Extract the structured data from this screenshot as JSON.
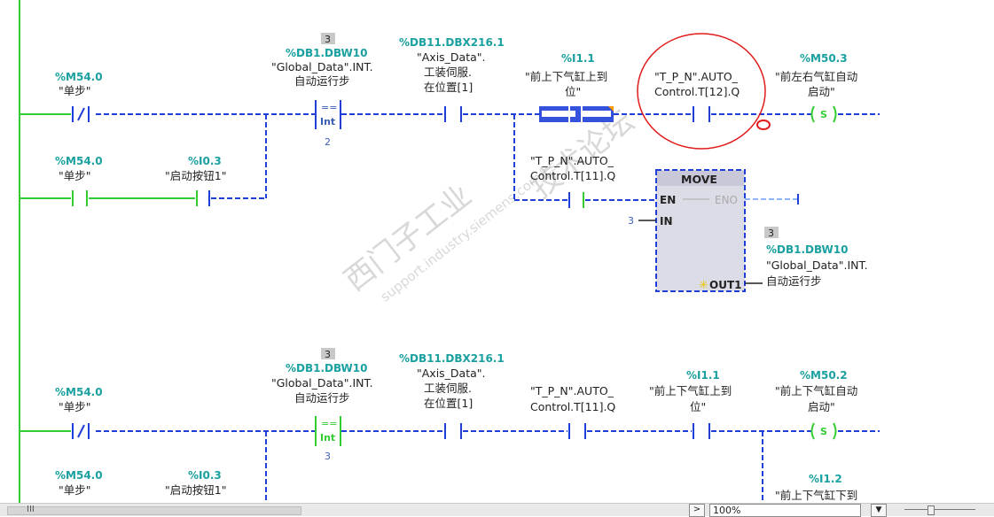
{
  "networks": {
    "n1": {
      "m540_addr": "%M54.0",
      "m540_sym": "\"单步\"",
      "cmp_value": "3",
      "cmp_addr": "%DB1.DBW10",
      "cmp_sym1": "\"Global_Data\".INT.",
      "cmp_sym2": "自动运行步",
      "cmp_op": "==",
      "cmp_type": "Int",
      "cmp_right": "2",
      "axis_addr": "%DB11.DBX216.1",
      "axis_sym1": "\"Axis_Data\".",
      "axis_sym2": "工装伺服.",
      "axis_sym3": "在位置[1]",
      "i11_addr": "%I1.1",
      "i11_sym1": "\"前上下气缸上到",
      "i11_sym2": "位\"",
      "t12_sym1": "\"T_P_N\".AUTO_",
      "t12_sym2": "Control.T[12].Q",
      "m503_addr": "%M50.3",
      "m503_sym1": "\"前左右气缸自动",
      "m503_sym2": "启动\"",
      "coil_s": "S",
      "m540b_addr": "%M54.0",
      "m540b_sym": "\"单步\"",
      "i03_addr": "%I0.3",
      "i03_sym": "\"启动按钮1\"",
      "t11_sym1": "\"T_P_N\".AUTO_",
      "t11_sym2": "Control.T[11].Q",
      "move_title": "MOVE",
      "move_en": "EN",
      "move_eno": "ENO",
      "move_in": "IN",
      "move_in_value": "3",
      "move_out": "OUT1",
      "out_value": "3",
      "out_addr": "%DB1.DBW10",
      "out_sym1": "\"Global_Data\".INT.",
      "out_sym2": "自动运行步"
    },
    "n2": {
      "m540_addr": "%M54.0",
      "m540_sym": "\"单步\"",
      "cmp_value": "3",
      "cmp_addr": "%DB1.DBW10",
      "cmp_sym1": "\"Global_Data\".INT.",
      "cmp_sym2": "自动运行步",
      "cmp_op": "==",
      "cmp_type": "Int",
      "cmp_right": "3",
      "axis_addr": "%DB11.DBX216.1",
      "axis_sym1": "\"Axis_Data\".",
      "axis_sym2": "工装伺服.",
      "axis_sym3": "在位置[1]",
      "t11_sym1": "\"T_P_N\".AUTO_",
      "t11_sym2": "Control.T[11].Q",
      "i11_addr": "%I1.1",
      "i11_sym1": "\"前上下气缸上到",
      "i11_sym2": "位\"",
      "m502_addr": "%M50.2",
      "m502_sym1": "\"前上下气缸自动",
      "m502_sym2": "启动\"",
      "coil_s": "S",
      "m540b_addr": "%M54.0",
      "m540b_sym": "\"单步\"",
      "i03_addr": "%I0.3",
      "i03_sym": "\"启动按钮1\"",
      "i12_addr": "%I1.2",
      "i12_sym1": "\"前上下气缸下到"
    }
  },
  "watermark": {
    "line1": "西门子工业",
    "line2": "support.industry.siemens.com/cs",
    "line3": "技术论坛"
  },
  "statusbar": {
    "scroll_grip": "III",
    "nav_arrow": ">",
    "zoom": "100%",
    "zoom_dropdown": "▼"
  },
  "colors": {
    "rail": "#33cc33",
    "wire": "#1f3fd8",
    "address": "#1aa0a0",
    "highlight_circle": "#e11b1b"
  }
}
